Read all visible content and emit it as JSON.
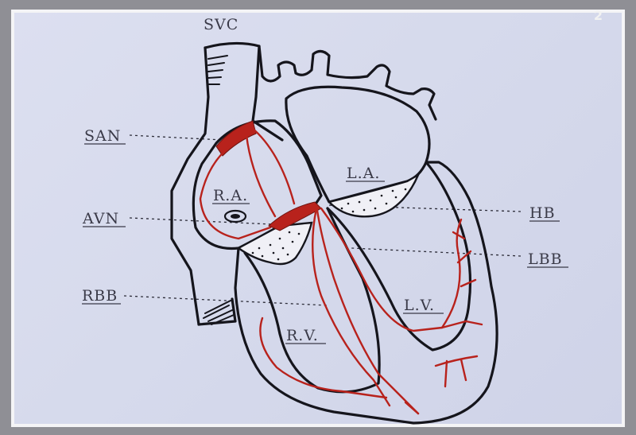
{
  "page_number": "2",
  "labels": {
    "svc": "SVC",
    "san": "SAN",
    "avn": "AVN",
    "rbb": "RBB",
    "ra": "R.A.",
    "la": "L.A.",
    "rv": "R.V.",
    "lv": "L.V.",
    "hb": "HB",
    "lbb": "LBB"
  },
  "colors": {
    "conduction": "#b8221c",
    "outline": "#15151c",
    "background": "#d8dbee"
  }
}
